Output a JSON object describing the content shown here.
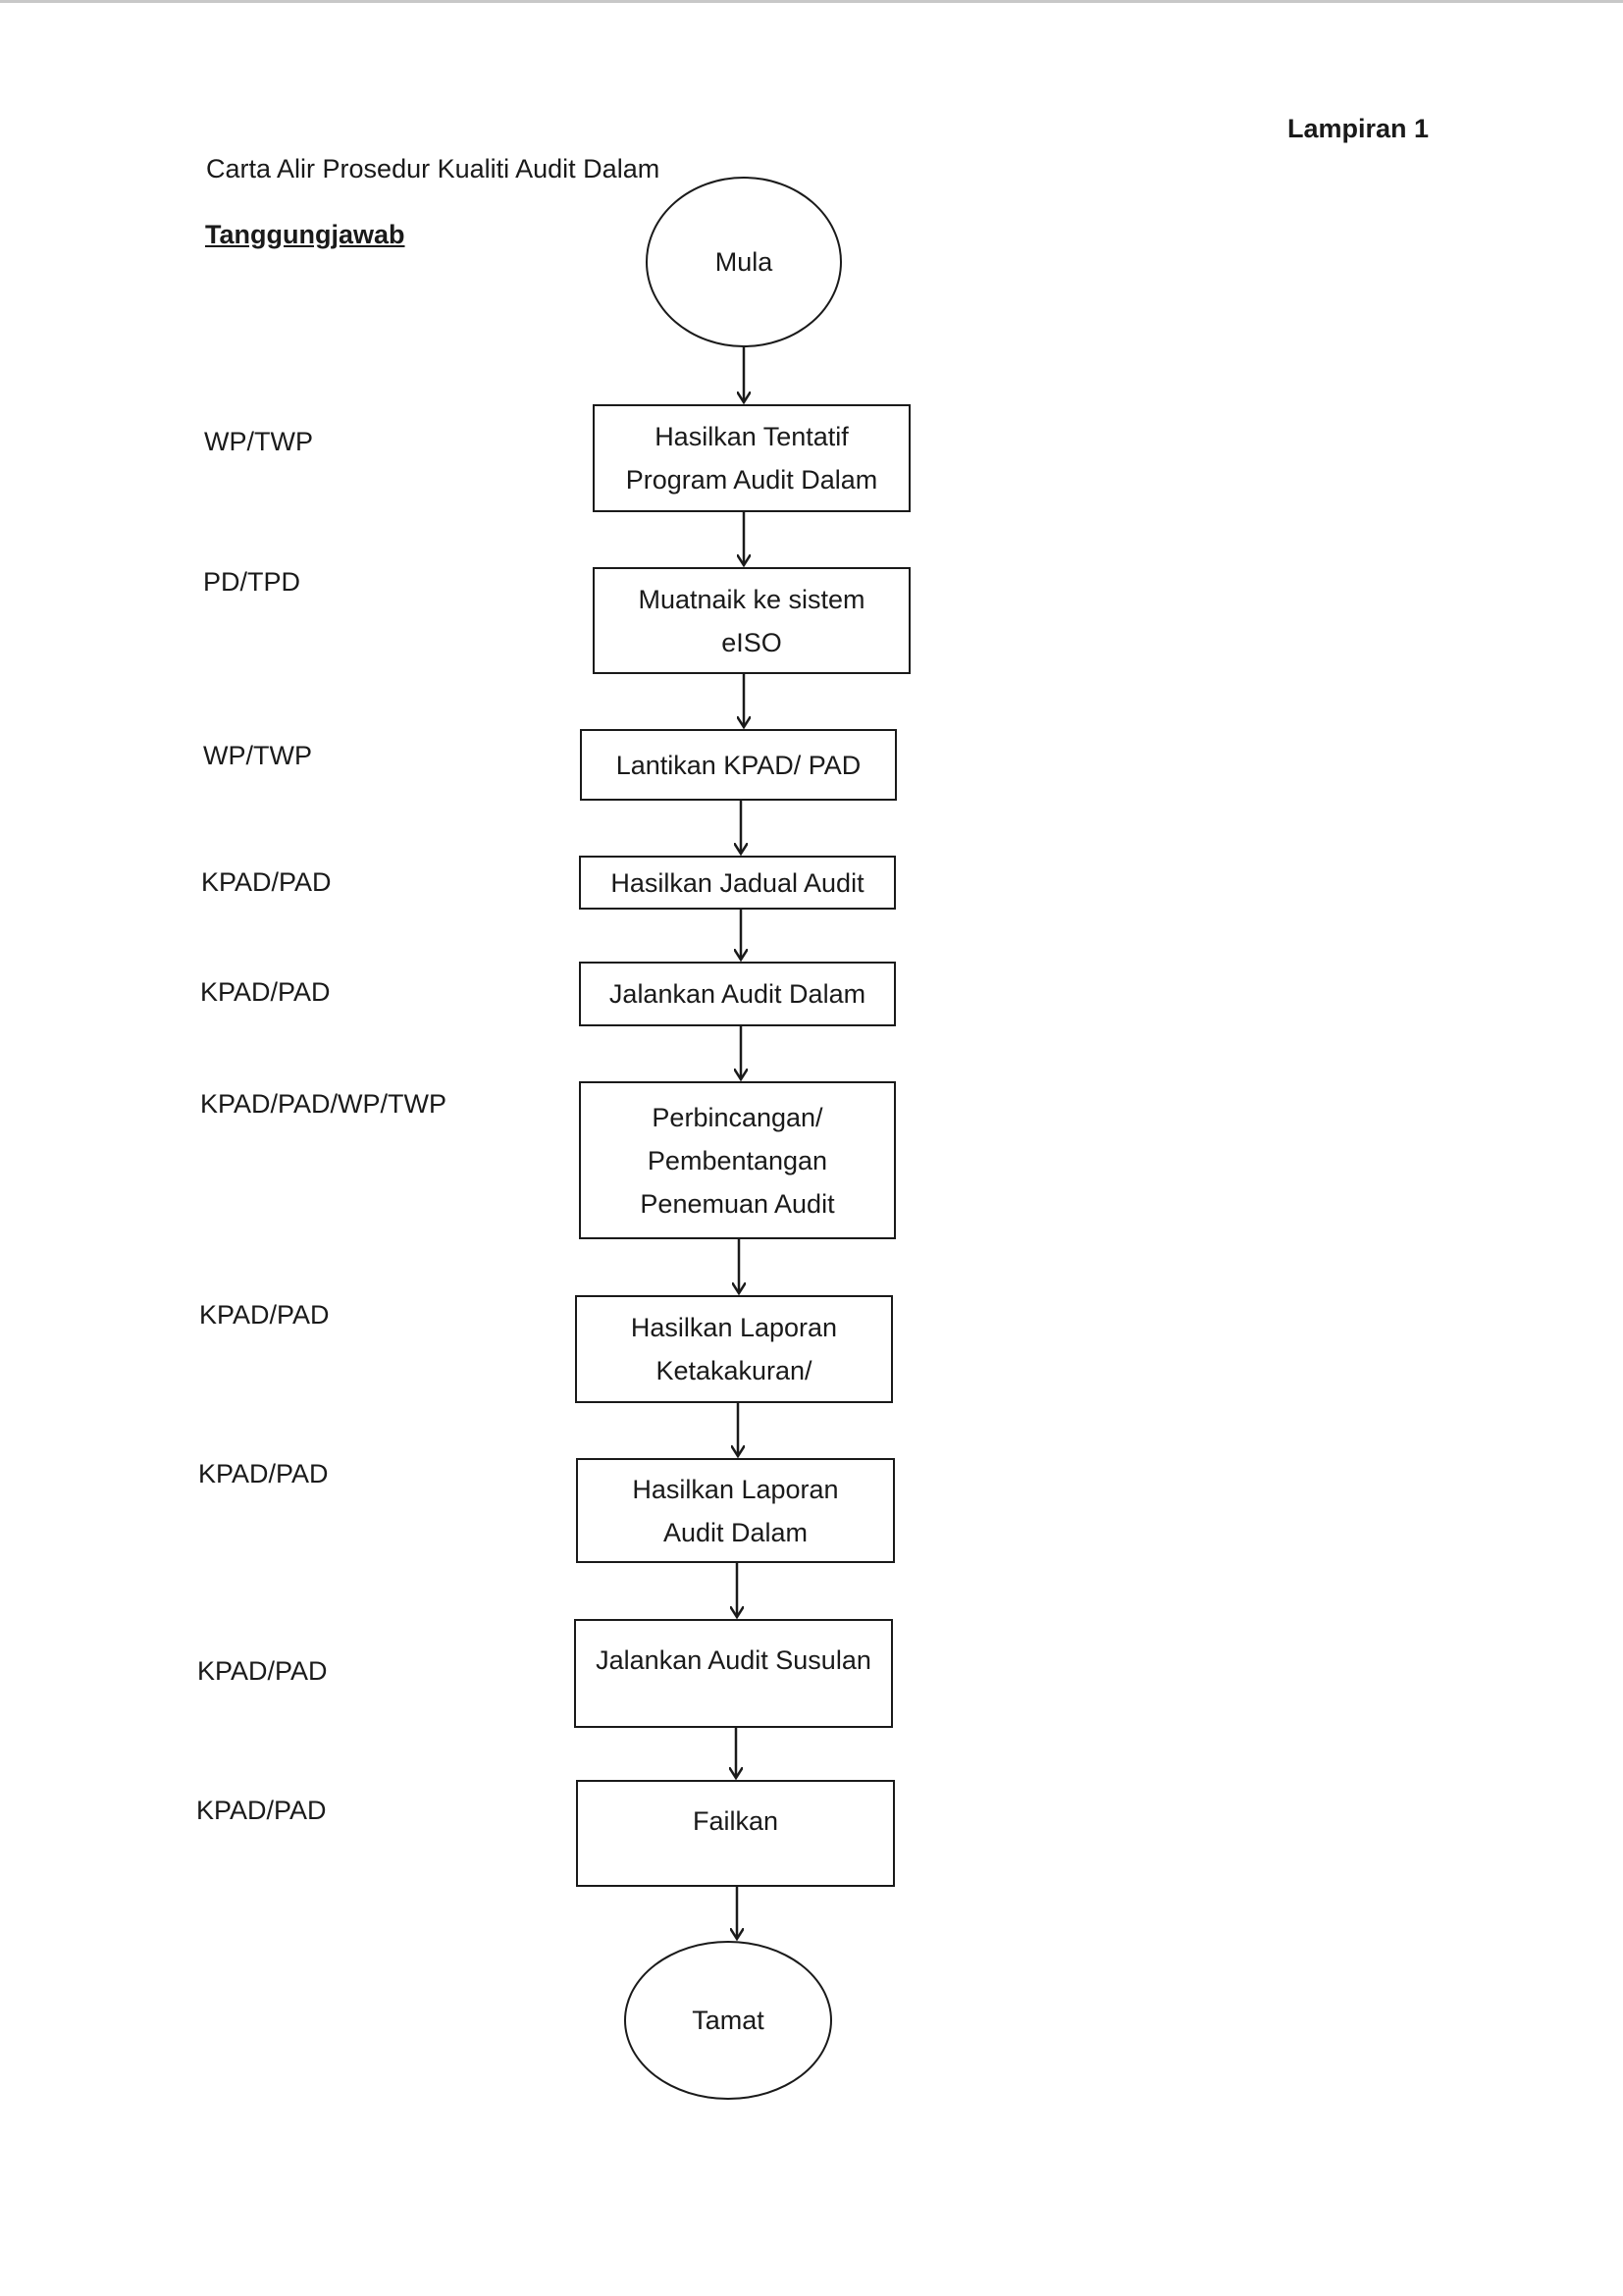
{
  "header": {
    "appendix": "Lampiran 1",
    "title": "Carta Alir Prosedur Kualiti Audit Dalam",
    "responsibility_heading": "Tanggungjawab"
  },
  "flow": {
    "start": "Mula",
    "steps": [
      {
        "responsible": "WP/TWP",
        "label": "Hasilkan Tentatif\nProgram Audit Dalam"
      },
      {
        "responsible": "PD/TPD",
        "label": "Muatnaik ke sistem\neISO"
      },
      {
        "responsible": "WP/TWP",
        "label": "Lantikan KPAD/ PAD"
      },
      {
        "responsible": "KPAD/PAD",
        "label": "Hasilkan Jadual Audit"
      },
      {
        "responsible": "KPAD/PAD",
        "label": "Jalankan Audit Dalam"
      },
      {
        "responsible": "KPAD/PAD/WP/TWP",
        "label": "Perbincangan/\nPembentangan\nPenemuan Audit"
      },
      {
        "responsible": "KPAD/PAD",
        "label": "Hasilkan Laporan\nKetakakuran/"
      },
      {
        "responsible": "KPAD/PAD",
        "label": "Hasilkan Laporan\nAudit Dalam"
      },
      {
        "responsible": "KPAD/PAD",
        "label": "Jalankan Audit Susulan"
      },
      {
        "responsible": "KPAD/PAD",
        "label": "Failkan"
      }
    ],
    "end": "Tamat"
  }
}
